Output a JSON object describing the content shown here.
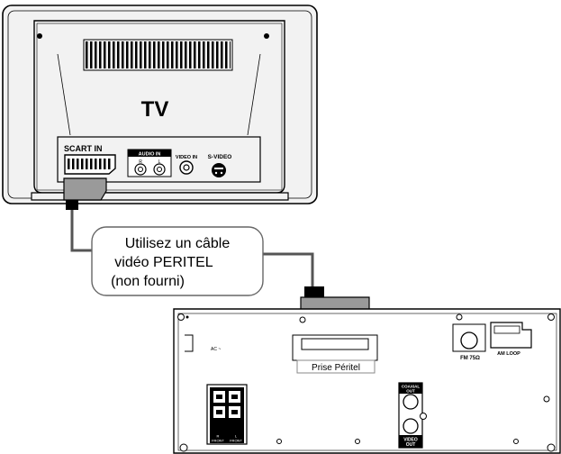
{
  "tv": {
    "label": "TV",
    "scart_label": "SCART IN",
    "audio_label": "AUDIO IN",
    "audio_r": "R",
    "audio_l": "L",
    "video_label": "VIDEO IN",
    "svideo_label": "S-VIDEO"
  },
  "callout": {
    "line1": "Utilisez un câble",
    "line2": "vidéo PERITEL",
    "line3": "(non fourni)"
  },
  "unit": {
    "ac_label": "AC ~",
    "scart_label": "Prise Péritel",
    "fm_label": "FM 75Ω",
    "am_label": "AM LOOP",
    "coaxial_label_1": "COAXIAL",
    "coaxial_label_2": "OUT",
    "video_out_1": "VIDEO",
    "video_out_2": "OUT",
    "front_r": "R",
    "front_l": "L",
    "front_label_r": "FRONT",
    "front_label_l": "FRONT"
  }
}
